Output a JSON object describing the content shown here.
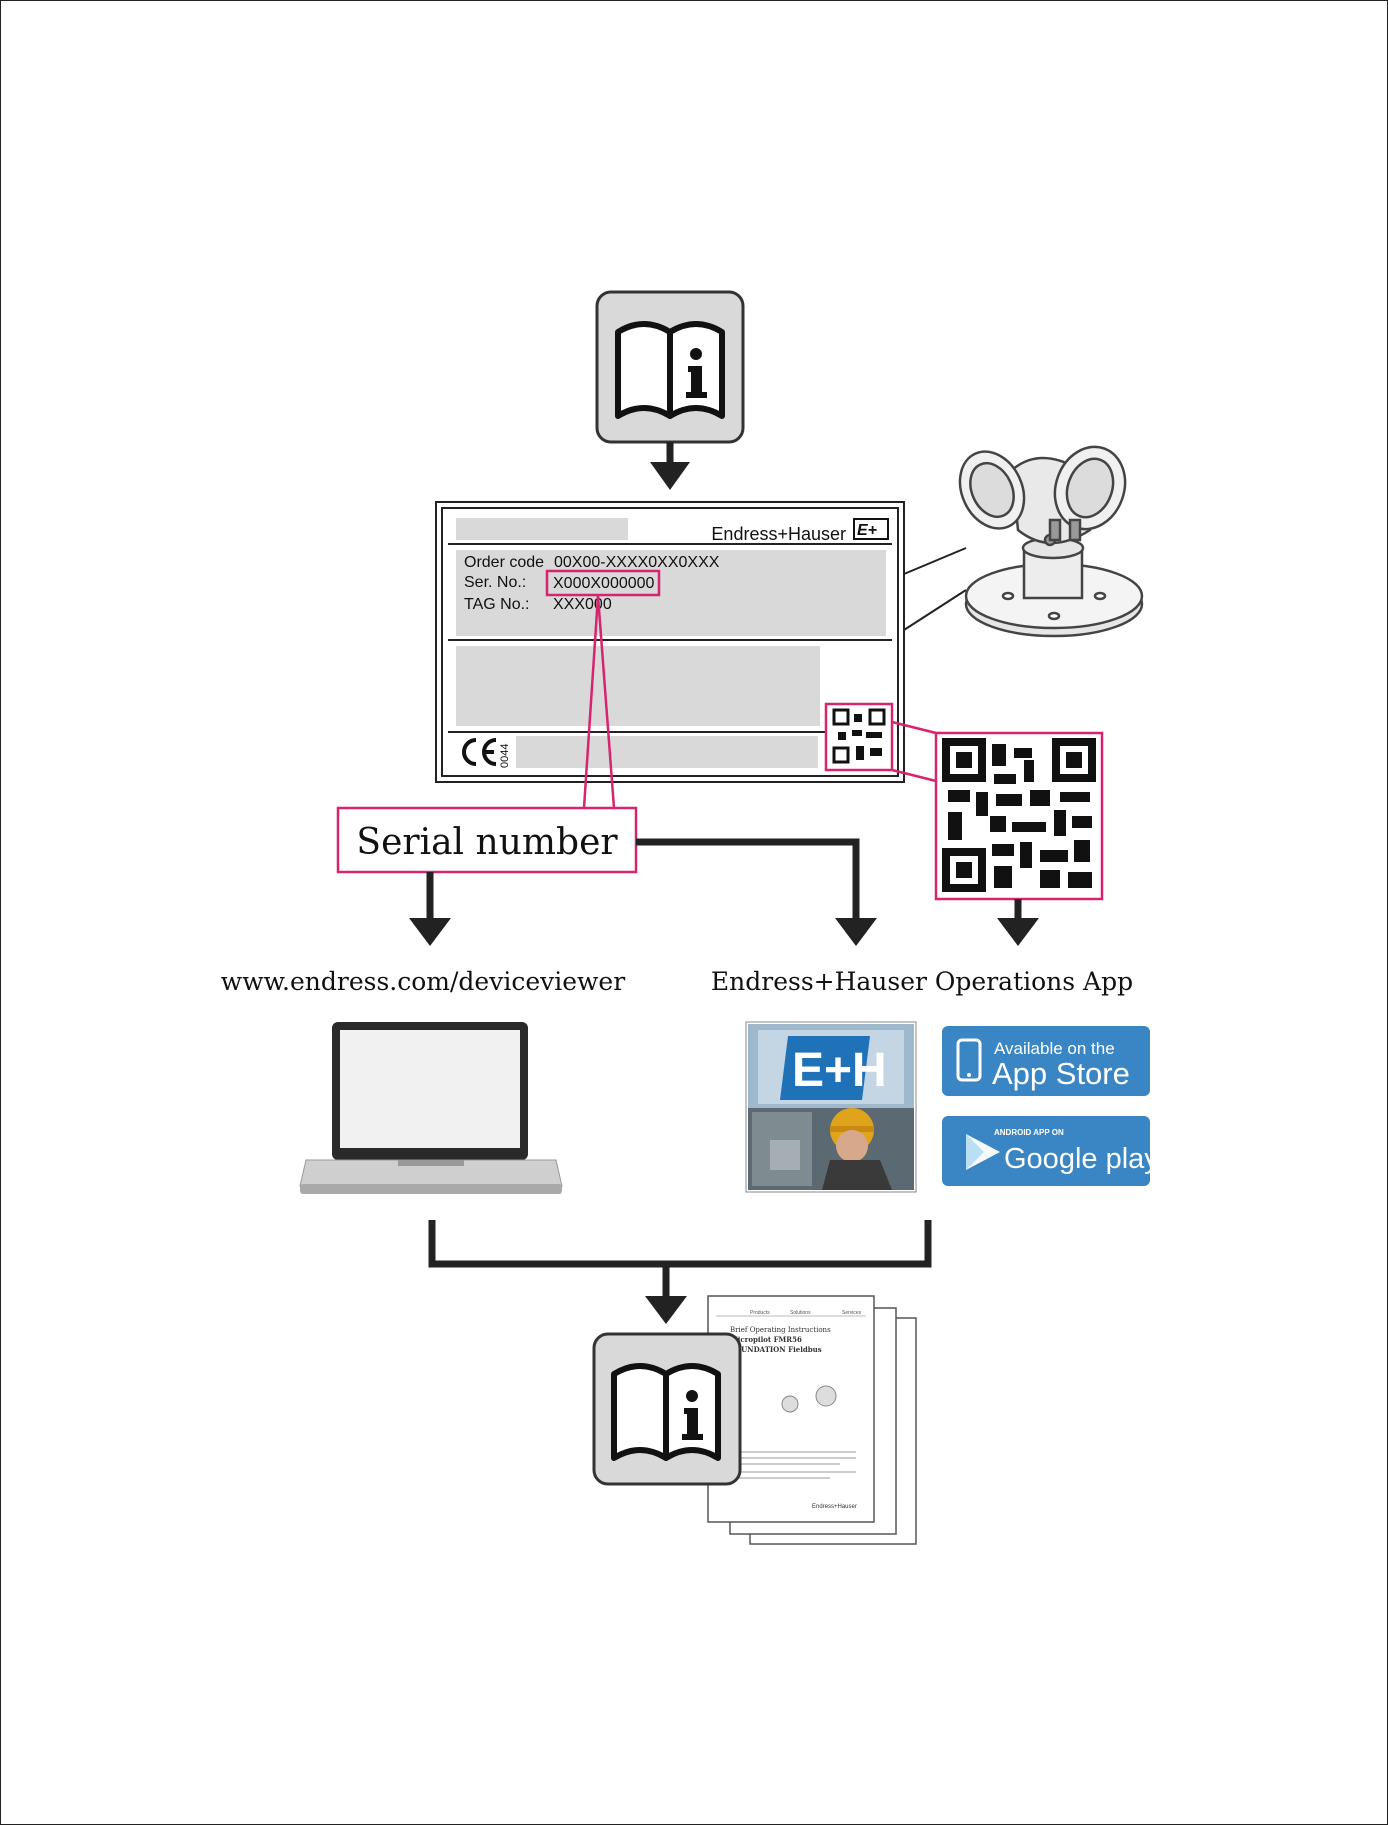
{
  "nameplate": {
    "brand": "Endress+Hauser",
    "order_label": "Order code",
    "order_value": "00X00-XXXX0XX0XXX",
    "serial_label": "Ser. No.:",
    "serial_value": "X000X000000",
    "tag_label": "TAG No.:",
    "tag_value": "XXX000",
    "ce_number": "0044"
  },
  "callouts": {
    "serial_number": "Serial number",
    "web_label": "www.endress.com/deviceviewer",
    "app_label": "Endress+Hauser Operations App"
  },
  "badges": {
    "appstore_small": "Available on the",
    "appstore_big": "App Store",
    "googleplay_small": "ANDROID APP ON",
    "googleplay_big": "Google play"
  },
  "manual_doc": {
    "header_a": "Products",
    "header_b": "Solutions",
    "header_c": "Services",
    "title_1": "Brief Operating Instructions",
    "title_2": "Micropilot FMR56",
    "title_3": "FOUNDATION Fieldbus",
    "footer_brand": "Endress+Hauser"
  },
  "colors": {
    "highlight": "#d6246e",
    "arrow": "#222222",
    "gray_panel": "#d9d9d9",
    "badge_blue": "#3a86c4"
  }
}
